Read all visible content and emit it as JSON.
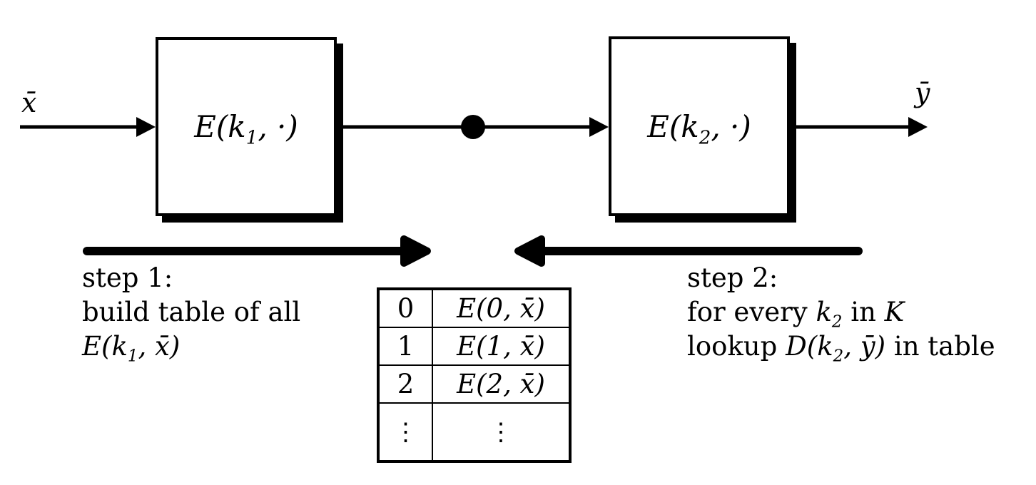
{
  "colors": {
    "ink": "#000000",
    "background": "#ffffff"
  },
  "flow": {
    "input_label": "x̄",
    "output_label": "ȳ",
    "box1": {
      "pre": "E(k",
      "sub": "1",
      "post": ", ·)"
    },
    "box2": {
      "pre": "E(k",
      "sub": "2",
      "post": ", ·)"
    }
  },
  "step1": {
    "line1": "step 1:",
    "line2": "build table of all",
    "line3": {
      "m1": "E(k",
      "sub": "1",
      "m2": ", x̄)"
    }
  },
  "step2": {
    "line1": "step 2:",
    "line2": {
      "t1": "for every ",
      "m1": "k",
      "sub": "2",
      "t2": " in ",
      "set": "K"
    },
    "line3": {
      "t1": "lookup ",
      "m1": "D(k",
      "sub": "2",
      "m2": ", ȳ)",
      "t2": " in table"
    }
  },
  "table": {
    "rows": [
      {
        "key": "0",
        "value": "E(0, x̄)"
      },
      {
        "key": "1",
        "value": "E(1, x̄)"
      },
      {
        "key": "2",
        "value": "E(2, x̄)"
      },
      {
        "key": "⋮",
        "value": "⋮"
      }
    ]
  }
}
